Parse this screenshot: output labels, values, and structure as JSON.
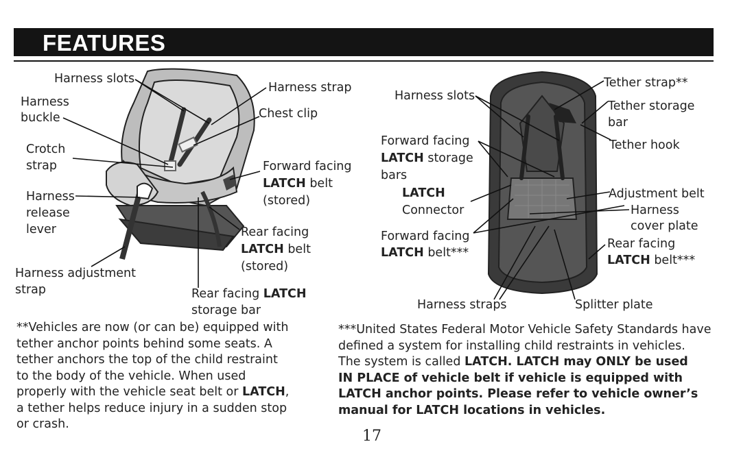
{
  "header": {
    "title": "FEATURES"
  },
  "left_figure": {
    "labels": {
      "harness_slots": "Harness slots",
      "harness_buckle_1": "Harness",
      "harness_buckle_2": "buckle",
      "crotch_strap_1": "Crotch",
      "crotch_strap_2": "strap",
      "release_1": "Harness",
      "release_2": "release",
      "release_3": "lever",
      "adjust_strap_1": "Harness adjustment",
      "adjust_strap_2": "strap",
      "harness_strap": "Harness strap",
      "chest_clip": "Chest clip",
      "fwd_latch_belt_1": "Forward facing",
      "fwd_latch_belt_2_bold": "LATCH",
      "fwd_latch_belt_2_rest": " belt",
      "fwd_latch_belt_3": "(stored)",
      "rear_latch_belt_1": "Rear facing",
      "rear_latch_belt_2_bold": "LATCH",
      "rear_latch_belt_2_rest": " belt",
      "rear_latch_belt_3": "(stored)",
      "rear_storage_1_rest": "Rear facing ",
      "rear_storage_1_bold": "LATCH",
      "rear_storage_2": "storage bar"
    }
  },
  "right_figure": {
    "labels": {
      "harness_slots": "Harness slots",
      "fwd_storage_1": "Forward facing",
      "fwd_storage_2_bold": "LATCH",
      "fwd_storage_2_rest": " storage",
      "fwd_storage_3": "bars",
      "connector_1": "LATCH",
      "connector_2": "Connector",
      "fwd_belt_1": "Forward facing",
      "fwd_belt_2_bold": "LATCH",
      "fwd_belt_2_rest": " belt***",
      "harness_straps": "Harness straps",
      "tether_strap": "Tether strap**",
      "tether_storage_1": "Tether storage",
      "tether_storage_2": "bar",
      "tether_hook": "Tether hook",
      "adjustment_belt": "Adjustment belt",
      "cover_plate_1": "Harness",
      "cover_plate_2": "cover plate",
      "rear_belt_1": "Rear facing",
      "rear_belt_2_bold": "LATCH",
      "rear_belt_2_rest": " belt***",
      "splitter_plate": "Splitter plate"
    }
  },
  "notes": {
    "left_lines": [
      "**Vehicles are now (or can be) equipped with",
      "tether anchor points behind some seats. A",
      "tether anchors the top of the child restraint",
      "to the body of the vehicle. When used",
      "properly with the vehicle seat belt or ",
      "a tether helps reduce injury in a sudden stop",
      "or crash."
    ],
    "left_latch_bold": "LATCH",
    "left_latch_after": ",",
    "right_lines": [
      "***United States Federal Motor Vehicle Safety Standards have",
      "defined a system for installing child restraints in vehicles.",
      "The system is called "
    ],
    "right_bold_1": "LATCH. LATCH may ONLY be used",
    "right_bold_2": "IN PLACE of vehicle belt if vehicle is equipped with",
    "right_bold_3": "LATCH  anchor points. Please refer to vehicle owner’s",
    "right_bold_4": "manual for LATCH locations in vehicles."
  },
  "page_number": "17"
}
